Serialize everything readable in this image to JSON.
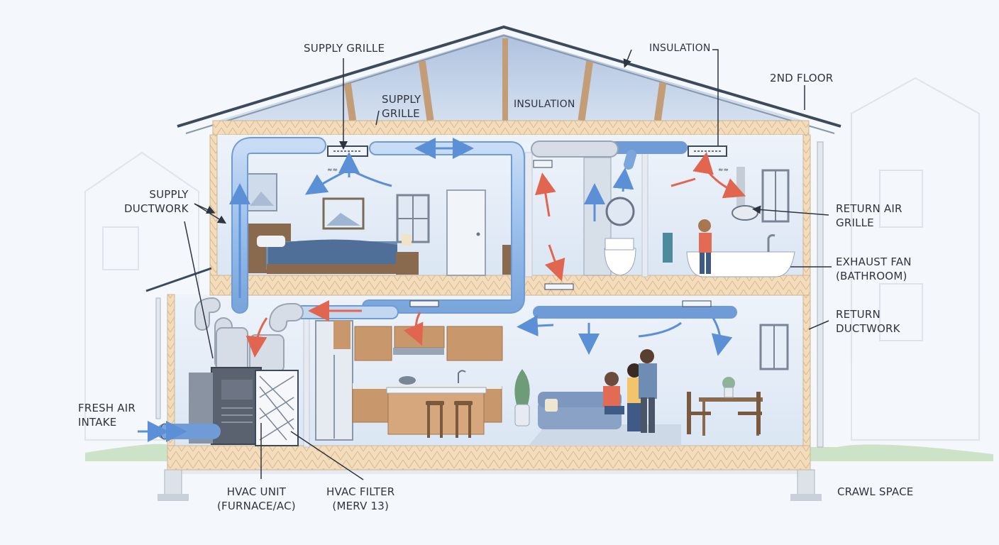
{
  "labels": {
    "supply_grille_top": "SUPPLY GRILLE",
    "supply_grille_attic": [
      "SUPPLY",
      "GRILLE"
    ],
    "insulation_roof": "INSULATION",
    "insulation_attic": "INSULATION",
    "second_floor": "2ND FLOOR",
    "supply_ductwork": [
      "SUPPLY",
      "DUCTWORK"
    ],
    "return_air_grille": [
      "RETURN AIR",
      "GRILLE"
    ],
    "exhaust_fan": [
      "EXHAUST FAN",
      "(BATHROOM)"
    ],
    "return_ductwork": [
      "RETURN",
      "DUCTWORK"
    ],
    "fresh_air_intake": [
      "FRESH AIR",
      "INTAKE"
    ],
    "hvac_unit": [
      "HVAC UNIT",
      "(FURNACE/AC)"
    ],
    "hvac_filter": [
      "HVAC FILTER",
      "(MERV 13)"
    ],
    "crawl_space": "CRAWL SPACE"
  },
  "colors": {
    "supply_duct": "#9cc0ec",
    "supply_arrow": "#5b8fd6",
    "return_arrow": "#e0664f",
    "insulation": "#f3dcbc",
    "wall": "#c9b79a",
    "roof_interior": "#b7c9e3",
    "hvac_unit": "#5a6270"
  }
}
